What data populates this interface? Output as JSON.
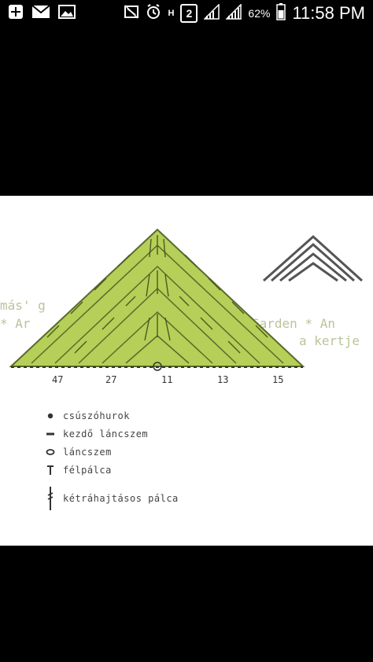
{
  "status_bar": {
    "battery_percent": "62%",
    "time": "11:58 PM",
    "sim_slot": "2",
    "network_type": "H",
    "notification_icons": [
      "add-icon",
      "mail-icon",
      "image-icon"
    ],
    "system_icons": [
      "nfc-icon",
      "alarm-icon",
      "signal-icon",
      "signal-icon",
      "battery-icon"
    ]
  },
  "image": {
    "background_text": [
      "más' g",
      "* Ar",
      "kert",
      "Garden * An",
      "a kertje"
    ],
    "stitch_counts": [
      "47",
      "27",
      "11",
      "13",
      "15"
    ],
    "legend": [
      {
        "symbol": "slip-stitch-icon",
        "label": "csúszóhurok"
      },
      {
        "symbol": "starting-chain-icon",
        "label": "kezdő láncszem"
      },
      {
        "symbol": "chain-stitch-icon",
        "label": "láncszem"
      },
      {
        "symbol": "half-double-crochet-icon",
        "label": "félpálca"
      },
      {
        "symbol": "treble-crochet-icon",
        "label": "kétráhajtásos pálca"
      }
    ],
    "colors": {
      "shawl_fill": "#b5cf58",
      "stitch_lines": "#5a6a2a",
      "background_text": "#b9c49a",
      "legend_text": "#444444"
    }
  }
}
